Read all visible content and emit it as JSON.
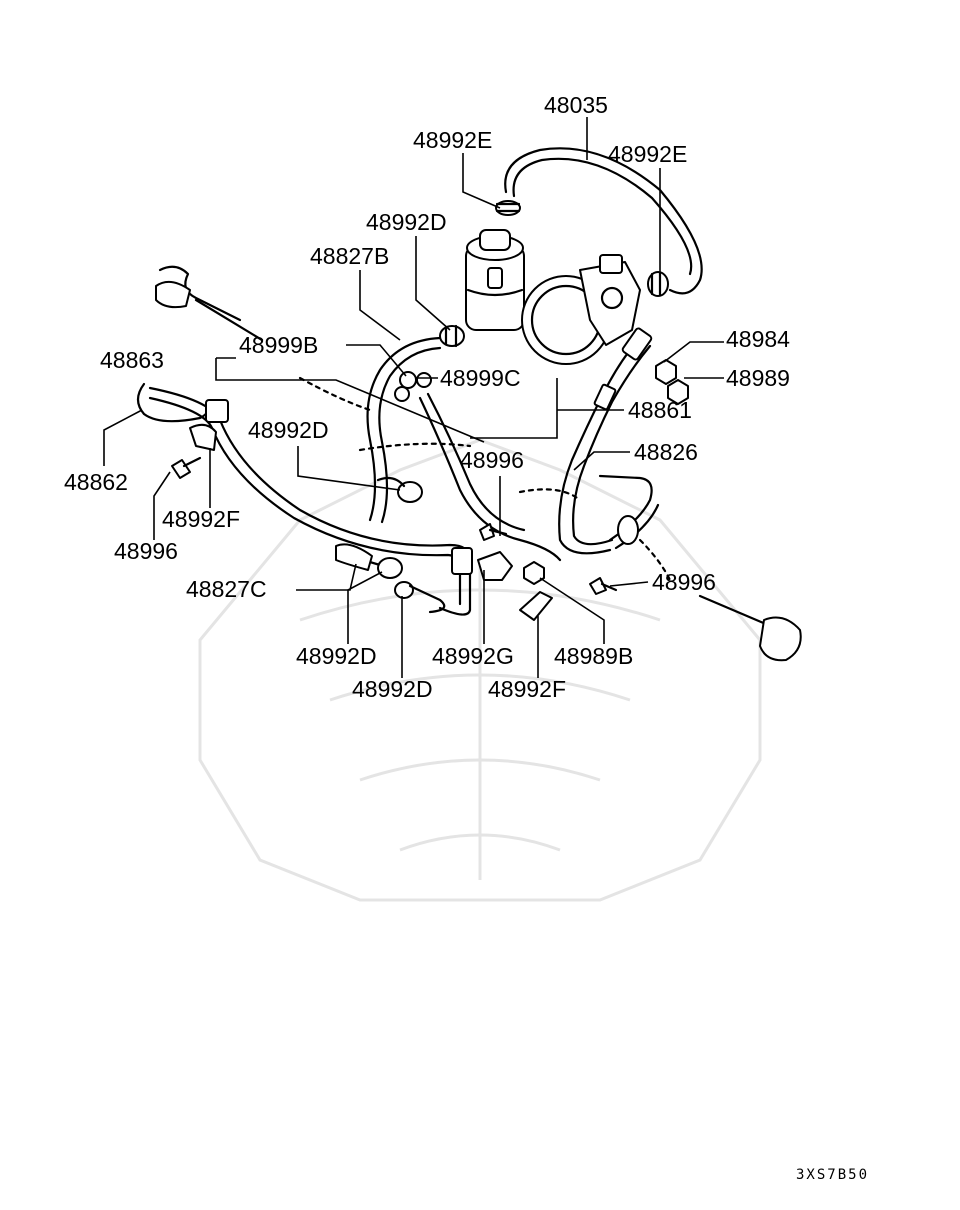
{
  "labels": {
    "p48035": "48035",
    "p48992E_left": "48992E",
    "p48992E_right": "48992E",
    "p48992D_top": "48992D",
    "p48827B": "48827B",
    "p48984": "48984",
    "p48863": "48863",
    "p48999B": "48999B",
    "p48999C": "48999C",
    "p48989": "48989",
    "p48861": "48861",
    "p48992D_mid": "48992D",
    "p48826": "48826",
    "p48996_mid": "48996",
    "p48862": "48862",
    "p48992F_left": "48992F",
    "p48996_left": "48996",
    "p48827C": "48827C",
    "p48996_right": "48996",
    "p48992D_low1": "48992D",
    "p48992G": "48992G",
    "p48989B": "48989B",
    "p48992F_low": "48992F",
    "p48992D_low2": "48992D"
  },
  "footer": {
    "diagram_code": "3XS7B50"
  }
}
